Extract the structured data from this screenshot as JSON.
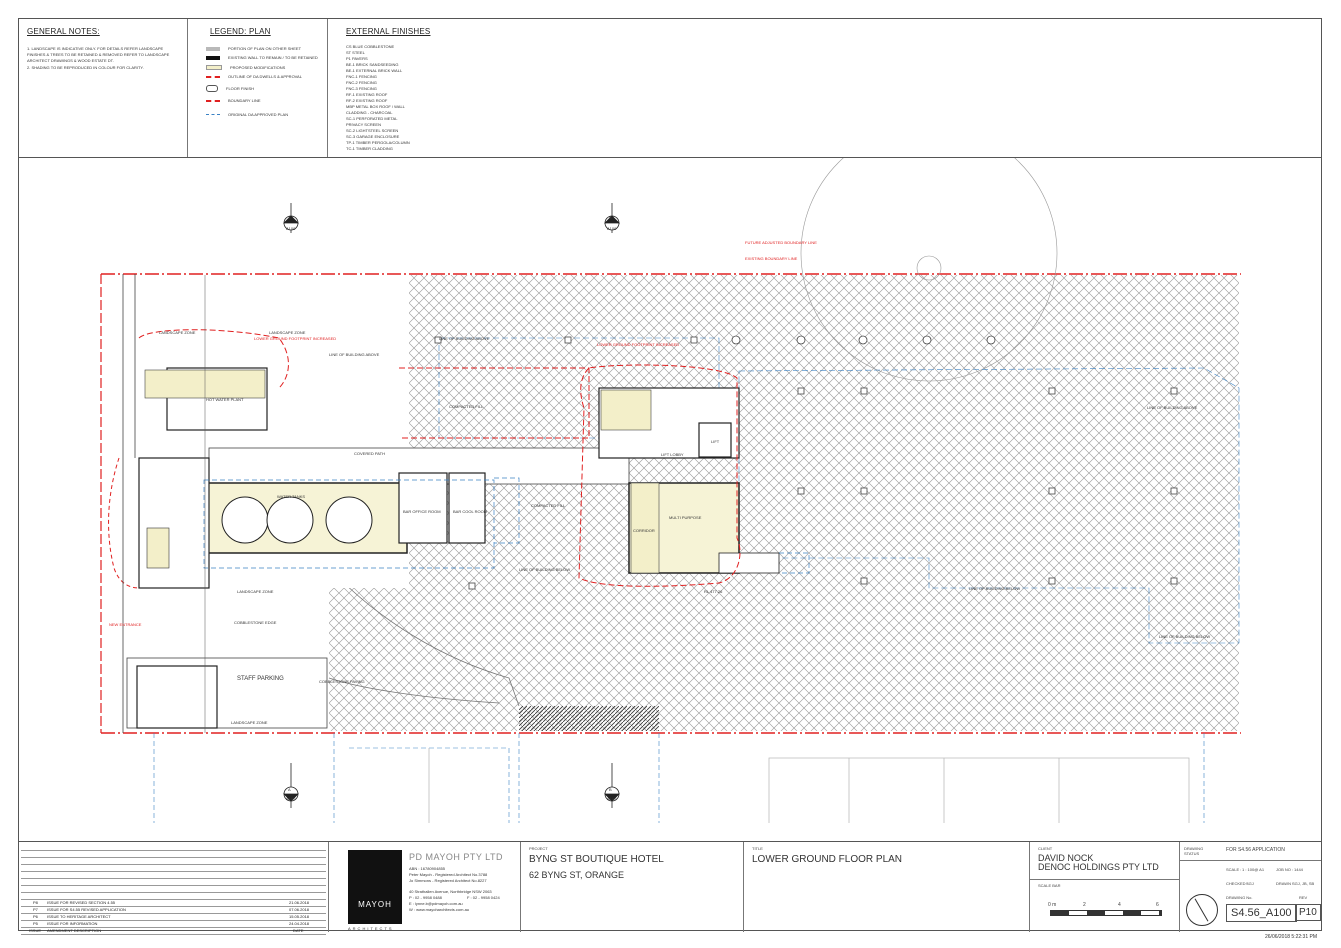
{
  "notes": {
    "heading": "GENERAL NOTES:",
    "items": [
      "1. LANDSCAPE IS INDICATIVE ONLY. FOR DETAILS REFER LANDSCAPE FINISHES & TREES TO BE RETAINED & REMOVED REFER TO LANDSCAPE ARCHITECT DRAWINGS & WOOD ESTATE DT.",
      "2. SHADING TO BE REPRODUCED IN COLOUR FOR CLARITY."
    ]
  },
  "legend": {
    "heading": "LEGEND: PLAN",
    "items": [
      {
        "label": "PORTION OF PLAN ON OTHER SHEET",
        "color": "#b9b9b9"
      },
      {
        "label": "EXISTING WALL TO REMAIN / TO BE RETAINED",
        "color": "#111111"
      },
      {
        "label": "PROPOSED MODIFICATIONS",
        "color": "#f3efc9"
      },
      {
        "label": "OUTLINE OF DA DWELLS & APPROVAL",
        "color": "#e02020"
      },
      {
        "label": "FLOOR FINISH",
        "color": "#555555"
      },
      {
        "label": "BOUNDARY LINE",
        "color": "#e02020"
      },
      {
        "label": "ORIGINAL DA APPROVED PLAN",
        "color": "#3b82c4"
      }
    ]
  },
  "finishes": {
    "heading": "EXTERNAL FINISHES",
    "items": [
      "CS   BLUE COBBLESTONE",
      "ST   STEEL",
      "P1   PAVERS",
      "BE-1  BRICK SANDSEEDING",
      "BE-1  EXTERNAL BRICK WALL",
      "FNC-1  FENCING",
      "FNC-2  FENCING",
      "FNC-3  FENCING",
      "RF-1  EXISTING ROOF",
      "RF-2  EXISTING ROOF",
      "MBP  METAL BOX ROOF / WALL",
      "CLADDING - CHARCOAL",
      "SC-1  PERFORATED METAL",
      "PRIVACY SCREEN",
      "SC-2  LIGHTSTEEL SCREEN",
      "SC-3  GARAGE ENCLOSURE",
      "TP-1  TIMBER PERGOLA/COLUMN",
      "TC-1  TIMBER CLADDING"
    ]
  },
  "plan": {
    "labels": {
      "landscape_zone": "LANDSCAPE ZONE",
      "line_building_above": "LINE OF BUILDING ABOVE",
      "hot_water_plant": "HOT WATER PLANT",
      "lower_ground_dashed": "LOWER GROUND FOOTPRINT INCREASED",
      "compacted_fill": "COMPACTED FILL",
      "cooled_path": "COVERED PATH",
      "water_tanks": "WATER TANKS",
      "bar_office": "BAR OFFICE ROOM",
      "bar_coolroom": "BAR COOL ROOM",
      "lift_lobby": "LIFT LOBBY",
      "lift": "LIFT",
      "corridor": "CORRIDOR",
      "multi_purpose": "MULTI PURPOSE",
      "staff_parking": "STAFF PARKING",
      "cobblestone_edge": "COBBLESTONE EDGE",
      "cobblestone_paving": "COBBLESTONE PAVING",
      "new_entrance": "NEW ENTRANCE",
      "future_boundary": "FUTURE ADJUSTED BOUNDARY LINE",
      "existing_boundary": "EXISTING BOUNDARY LINE",
      "line_building_below": "LINE OF BUILDING BELOW",
      "rl_label": "RL 477.26",
      "section_a": "A",
      "section_b": "B",
      "sheet_ref": "A100"
    }
  },
  "titleblock": {
    "revisions": [
      {
        "code": "P8",
        "desc": "ISSUE FOR REVISED SECTION 4.55",
        "date": "21.06.2018"
      },
      {
        "code": "P7",
        "desc": "ISSUE FOR S4.55 REVISED APPLICATION",
        "date": "07.06.2018"
      },
      {
        "code": "P6",
        "desc": "ISSUE TO HERITAGE ARCHITECT",
        "date": "15.05.2018"
      },
      {
        "code": "P5",
        "desc": "ISSUE FOR INFORMATION",
        "date": "24.04.2018"
      }
    ],
    "rev_header": {
      "code": "ISSUE",
      "desc": "AMENDMENT DESCRIPTION",
      "date": "DATE"
    },
    "firm": {
      "logo_word": "MAYOH",
      "logo_sub": "ARCHITECTS",
      "name": "PD MAYOH PTY LTD",
      "abn": "ABN : 16780904855",
      "line1": "Peter Mayoh - Registered Architect No.3788",
      "line2": "Jo Simmons - Registered Architect No.8227",
      "address": "40 Strathallen Avenue, Northbridge NSW 2063",
      "phone": "P : 02 - 9958 0488",
      "fax": "F : 02 - 9958 0424",
      "email": "E : lynne.b@pdmayoh.com.au",
      "web": "W : www.mayoharchitects.com.au"
    },
    "project_label": "PROJECT",
    "project": "BYNG ST BOUTIQUE HOTEL",
    "address": "62 BYNG ST, ORANGE",
    "title_label": "TITLE",
    "title": "LOWER GROUND FLOOR PLAN",
    "client_label": "CLIENT",
    "client1": "DAVID NOCK",
    "client2": "DENOC HOLDINGS PTY LTD",
    "scale_bar_label": "SCALE BAR",
    "scale_ticks": [
      "0 m",
      "2",
      "4",
      "6"
    ],
    "drawing_status_label": "DRAWING STATUS",
    "drawing_status": "FOR S4.56 APPLICATION",
    "scale_label": "SCALE :",
    "scale": "1 : 100@ A1",
    "job_label": "JOB NO :",
    "job": "1444",
    "checked_label": "CHECKED :",
    "checked": "SGJ",
    "drawn_label": "DRAWN :",
    "drawn": "SGJ, JB, SB",
    "drawing_no_label": "DRAWING No.",
    "drawing_no": "S4.56_A100",
    "rev_label": "REV",
    "rev": "P10"
  },
  "timestamp": "26/06/2018 5:22:31 PM"
}
